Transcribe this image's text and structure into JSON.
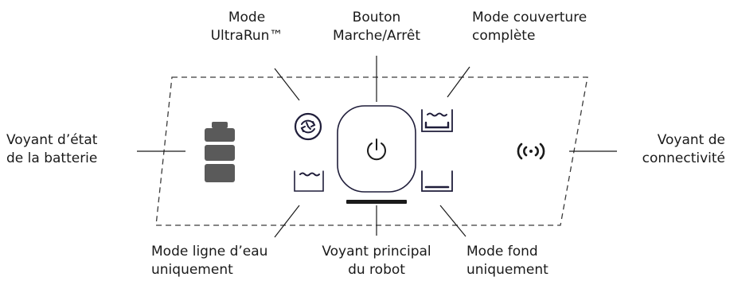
{
  "labels": {
    "ultrarun": [
      "Mode",
      "UltraRun™"
    ],
    "power": [
      "Bouton",
      "Marche/Arrêt"
    ],
    "full_coverage": [
      "Mode couverture",
      "complète"
    ],
    "battery": [
      "Voyant d’état",
      "de la batterie"
    ],
    "connectivity": [
      "Voyant de",
      "connectivité"
    ],
    "waterline": [
      "Mode ligne d’eau",
      "uniquement"
    ],
    "main_light": [
      "Voyant principal",
      "du robot"
    ],
    "floor_only": [
      "Mode fond",
      "uniquement"
    ]
  },
  "icons": {
    "battery": "battery-icon",
    "ultrarun": "ultrarun-icon",
    "power": "power-icon",
    "full_coverage": "full-coverage-icon",
    "waterline": "waterline-icon",
    "floor_only": "floor-only-icon",
    "connectivity": "connectivity-icon",
    "main_light": "main-light-bar"
  },
  "colors": {
    "text": "#1a1a1a",
    "icon": "#1f1d3a",
    "battery": "#5a5a5a",
    "dash": "#3a3a3a"
  }
}
